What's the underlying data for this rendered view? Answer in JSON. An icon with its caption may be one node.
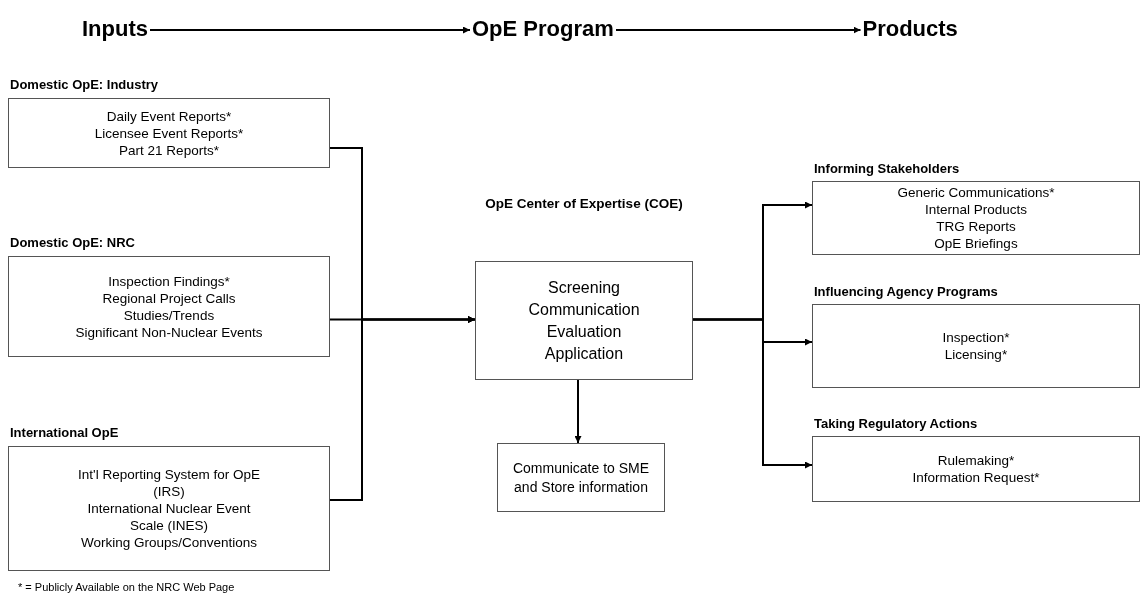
{
  "diagram": {
    "nodes": [
      {
        "text": [
          "Inputs"
        ]
      },
      {
        "text": [
          "OpE Program"
        ]
      },
      {
        "text": [
          "Products"
        ]
      },
      {
        "text": [
          "Domestic OpE:  Industry",
          "Daily Event Reports*",
          "Licensee Event Reports*",
          "Part 21 Reports*"
        ]
      },
      {
        "text": [
          "Domestic OpE:  NRC",
          "Inspection Findings*",
          "Regional Project Calls",
          "Studies/Trends",
          "Significant Non-Nuclear  Events"
        ]
      },
      {
        "text": [
          "International OpE",
          "Int'l Reporting System for OpE (IRS)",
          "International Nuclear Event Scale (INES)",
          "Working Groups/Conventions"
        ]
      },
      {
        "text": [
          "OpE Center of Expertise (COE)",
          "Screening",
          "Communication",
          "Evaluation",
          "Application"
        ]
      },
      {
        "text": [
          "Communicate to SME and Store information"
        ]
      },
      {
        "text": [
          "Informing Stakeholders",
          "Generic Communications*",
          "Internal Products",
          "TRG Reports",
          "OpE Briefings"
        ]
      },
      {
        "text": [
          "Influencing Agency Programs",
          "Inspection*",
          "Licensing*"
        ]
      },
      {
        "text": [
          "Taking Regulatory Actions",
          "Rulemaking*",
          "Information Request*"
        ]
      }
    ],
    "edges": [
      {
        "from": 0,
        "to": 1,
        "arrow": "to"
      },
      {
        "from": 1,
        "to": 2,
        "arrow": "to"
      },
      {
        "from": 3,
        "to": 6,
        "arrow": "to"
      },
      {
        "from": 4,
        "to": 6,
        "arrow": "to"
      },
      {
        "from": 5,
        "to": 6,
        "arrow": "to"
      },
      {
        "from": 6,
        "to": 7,
        "arrow": "to"
      },
      {
        "from": 6,
        "to": 8,
        "arrow": "to"
      },
      {
        "from": 6,
        "to": 9,
        "arrow": "to"
      },
      {
        "from": 6,
        "to": 10,
        "arrow": "to"
      }
    ],
    "labels": [
      "* = Publicly Available on the NRC Web Page"
    ]
  }
}
